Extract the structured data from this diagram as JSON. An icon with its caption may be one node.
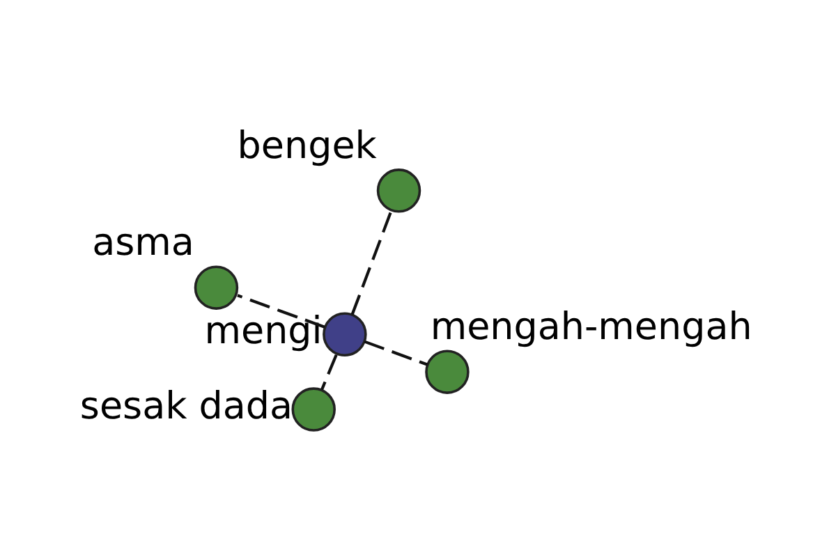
{
  "diagram": {
    "nodes": [
      {
        "text": [
          "asma"
        ]
      },
      {
        "text": [
          "mengi"
        ]
      },
      {
        "text": [
          "sesak dada"
        ]
      },
      {
        "text": [
          "bengek"
        ]
      },
      {
        "text": [
          "mengah-mengah"
        ]
      }
    ],
    "edges": [
      {
        "from": 1,
        "to": 0,
        "arrow": "none",
        "style": "dashed"
      },
      {
        "from": 1,
        "to": 2,
        "arrow": "none",
        "style": "dashed"
      },
      {
        "from": 1,
        "to": 3,
        "arrow": "none",
        "style": "dashed"
      },
      {
        "from": 1,
        "to": 4,
        "arrow": "none",
        "style": "dashed"
      }
    ]
  }
}
